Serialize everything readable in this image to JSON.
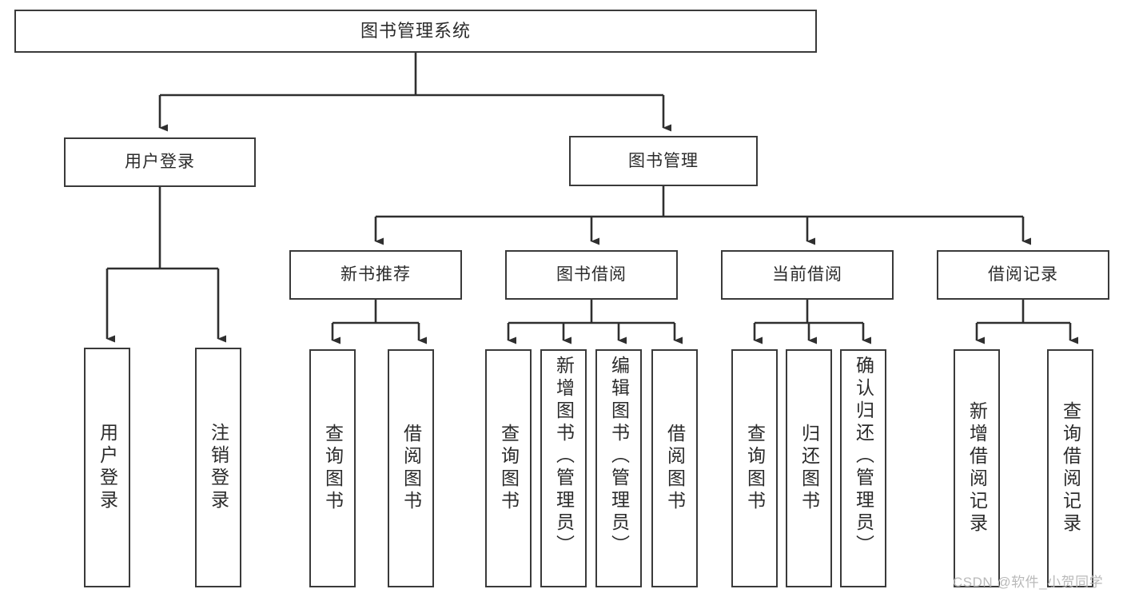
{
  "diagram": {
    "title": "图书管理系统",
    "root": {
      "label": "图书管理系统"
    },
    "level2": [
      {
        "label": "用户登录"
      },
      {
        "label": "图书管理"
      }
    ],
    "level3": [
      {
        "label": "新书推荐"
      },
      {
        "label": "图书借阅"
      },
      {
        "label": "当前借阅"
      },
      {
        "label": "借阅记录"
      }
    ],
    "leaves": {
      "user_login": [
        {
          "label": "用户登录"
        },
        {
          "label": "注销登录"
        }
      ],
      "new_book": [
        {
          "label": "查询图书"
        },
        {
          "label": "借阅图书"
        }
      ],
      "borrow_book": [
        {
          "label": "查询图书"
        },
        {
          "label": "新增图书（管理员）"
        },
        {
          "label": "编辑图书（管理员）"
        },
        {
          "label": "借阅图书"
        }
      ],
      "current_borrow": [
        {
          "label": "查询图书"
        },
        {
          "label": "归还图书"
        },
        {
          "label": "确认归还（管理员）"
        }
      ],
      "borrow_record": [
        {
          "label": "新增借阅记录"
        },
        {
          "label": "查询借阅记录"
        }
      ]
    }
  },
  "watermark": {
    "text": "CSDN @软件_小贺同学"
  },
  "colors": {
    "box_border": "#3a3a3a",
    "line": "#2f2f2f",
    "text": "#2b2b2b",
    "background": "#ffffff",
    "watermark": "#b9b9b9"
  }
}
